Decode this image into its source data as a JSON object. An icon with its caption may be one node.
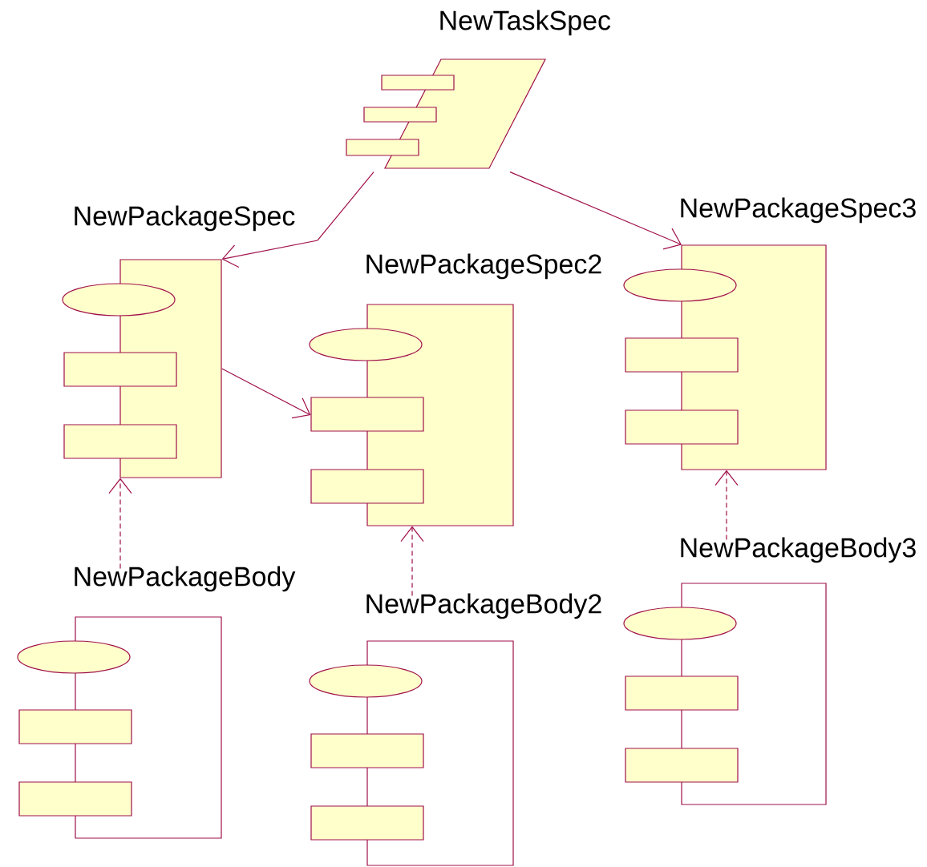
{
  "diagram": {
    "nodes": [
      {
        "text": [
          "NewTaskSpec"
        ]
      },
      {
        "text": [
          "NewPackageSpec"
        ]
      },
      {
        "text": [
          "NewPackageSpec2"
        ]
      },
      {
        "text": [
          "NewPackageSpec3"
        ]
      },
      {
        "text": [
          "NewPackageBody"
        ]
      },
      {
        "text": [
          "NewPackageBody2"
        ]
      },
      {
        "text": [
          "NewPackageBody3"
        ]
      }
    ],
    "edges": [
      {
        "from": 0,
        "to": 1,
        "arrow": "to"
      },
      {
        "from": 0,
        "to": 3,
        "arrow": "to"
      },
      {
        "from": 1,
        "to": 2,
        "arrow": "to"
      },
      {
        "from": 4,
        "to": 1,
        "arrow": "to",
        "style": "dashed"
      },
      {
        "from": 5,
        "to": 2,
        "arrow": "to",
        "style": "dashed"
      },
      {
        "from": 6,
        "to": 3,
        "arrow": "to",
        "style": "dashed"
      }
    ]
  }
}
